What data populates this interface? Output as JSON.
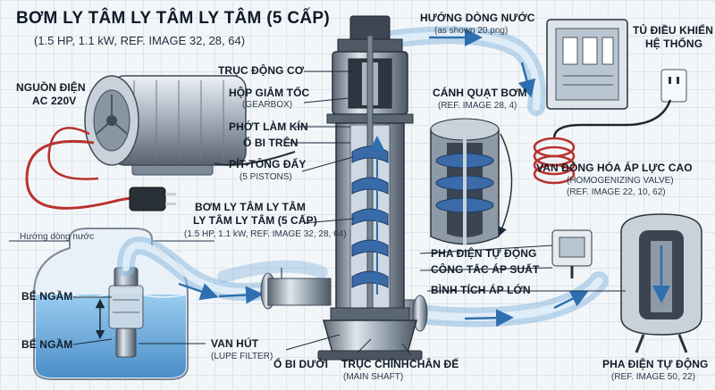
{
  "title": "BƠM LY TÂM LY TÂM LY TÂM (5 CẤP)",
  "subtitle": "(1.5 HP, 1.1 kW, REF. IMAGE 32, 28, 64)",
  "labels": {
    "motor_source": "NGUỒN ĐIỆN",
    "motor_voltage": "AC 220V",
    "flow_direction_top": "HƯỚNG DÒNG NƯỚC",
    "flow_direction_top_sub": "(as shown 20.png)",
    "control_cabinet": "TỦ ĐIỀU KHIỂN",
    "control_cabinet_2": "HỆ THỐNG",
    "drive_shaft": "TRỤC ĐỘNG CƠ",
    "gearbox": "HỘP GIẢM TỐC",
    "gearbox_sub": "(GEARBOX)",
    "seal": "PHỚT LÀM KÍN",
    "upper_bearing": "Ổ BI TRÊN",
    "pistons": "PÍT-TÔNG ĐẨY",
    "pistons_sub": "(5 PISTONS)",
    "pump_name_1": "BƠM LY TÂM LY TÂM",
    "pump_name_2": "LY TÂM LY TÂM (5 CẤP)",
    "pump_name_sub": "(1.5 HP, 1.1 kW, REF. IMAGE 32, 28, 64)",
    "impeller": "CÁNH QUẠT BƠM",
    "impeller_sub": "(REF. IMAGE 28, 4)",
    "homogenizing_valve": "VAN ĐỒNG HÓA ÁP LỰC CAO",
    "homogenizing_valve_sub": "(HOMOGENIZING VALVE)",
    "homogenizing_valve_ref": "(REF. IMAGE 22, 10, 62)",
    "flow_direction_left": "Hướng dòng nước",
    "tank_1": "BỂ NGẦM",
    "tank_2": "BỂ NGẦM",
    "auto_phase": "PHA ĐIỆN TỰ ĐỘNG",
    "pressure_switch": "CÔNG TẮC ÁP SUẤT",
    "pressure_tank": "BÌNH TÍCH ÁP LỚN",
    "suction_valve": "VAN HÚT",
    "suction_valve_sub": "(LUPE FILTER)",
    "lower_bearing": "Ổ BI DƯỚI",
    "main_shaft": "TRỤC CHÍNH",
    "main_shaft_sub": "(MAIN SHAFT)",
    "base": "CHÂN ĐẾ",
    "auto_phase_bottom": "PHA ĐIỆN TỰ ĐỘNG",
    "auto_phase_bottom_ref": "(REF. IMAGE 50, 22)"
  },
  "colors": {
    "steel_dark": "#5b6673",
    "steel": "#9aa6b3",
    "steel_light": "#d7dee6",
    "water": "#6fb3e6",
    "water_light": "#cfe6f7",
    "hose": "#bcd8ef",
    "arrow": "#3d7fc0",
    "cable": "#b8332c",
    "impeller_blue": "#3a6aa8"
  }
}
